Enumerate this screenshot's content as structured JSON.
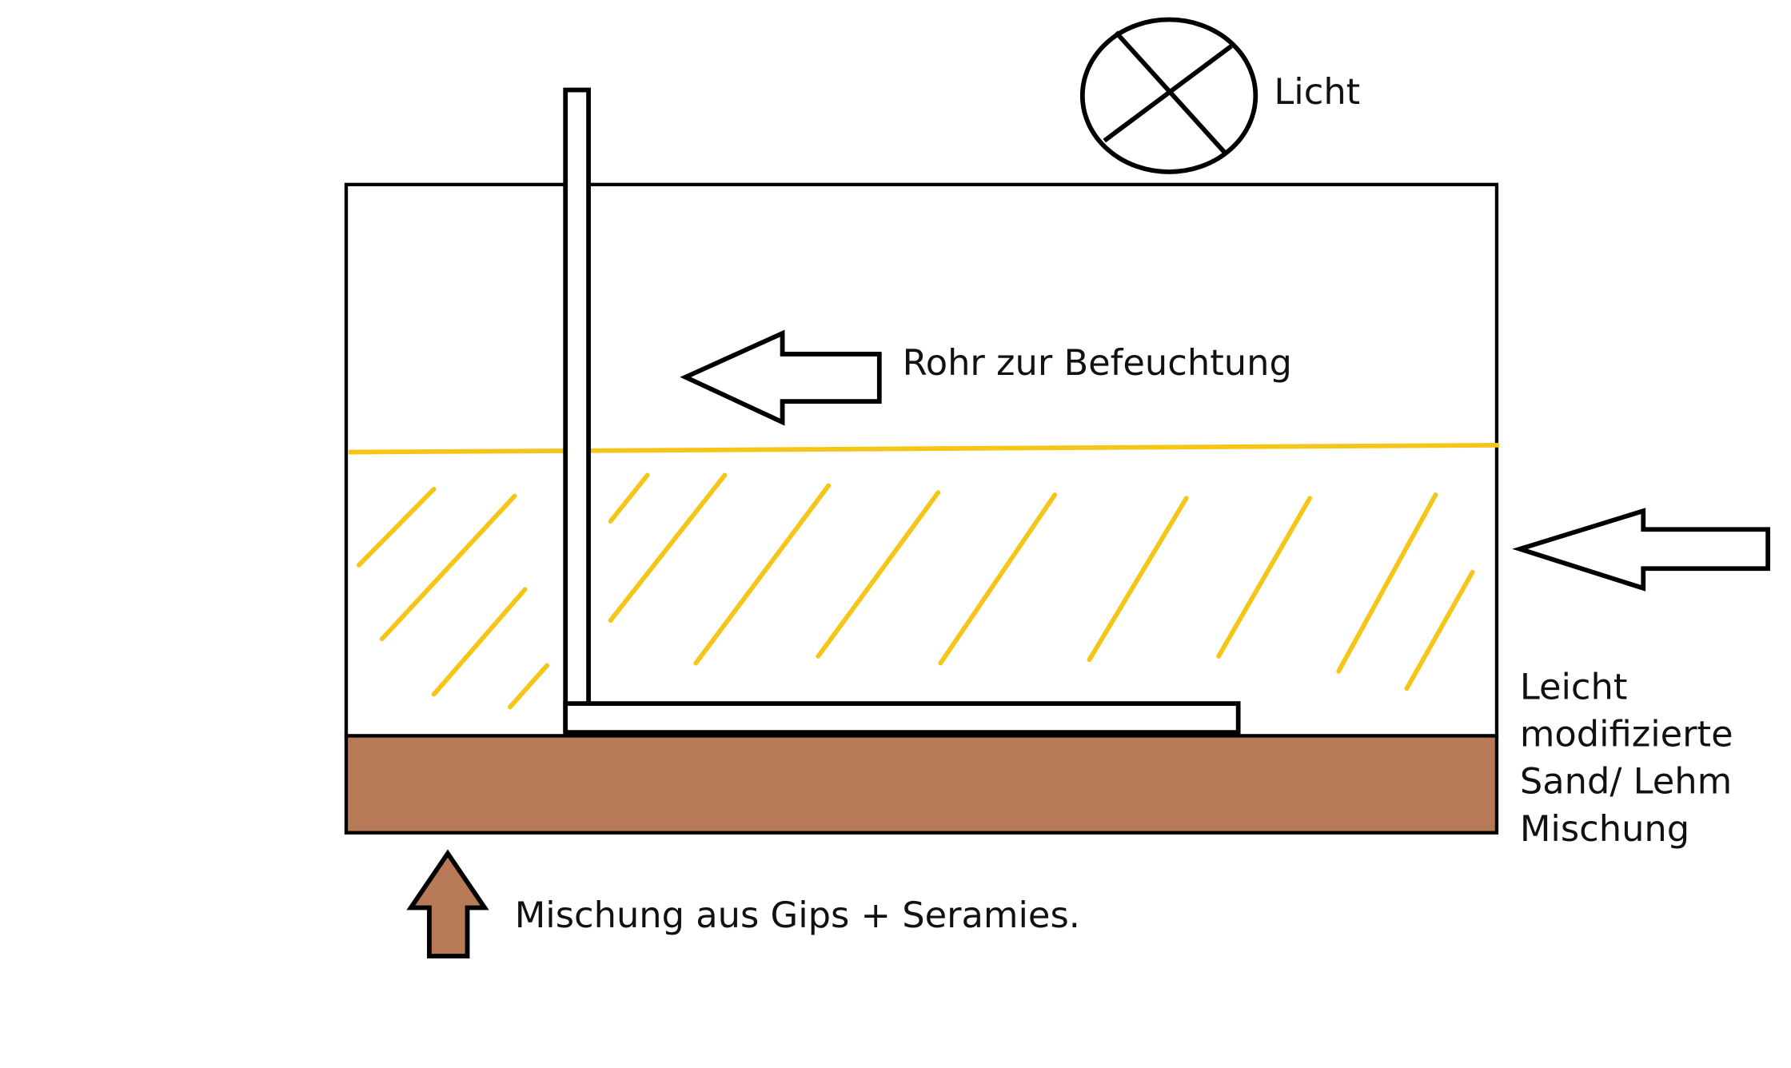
{
  "labels": {
    "light": "Licht",
    "pipe": "Rohr zur Befeuchtung",
    "sand_line1": "Leicht",
    "sand_line2": "modifizierte",
    "sand_line3": "Sand/ Lehm",
    "sand_line4": "Mischung",
    "base": "Mischung aus Gips + Seramies."
  },
  "colors": {
    "sand_hatch": "#f5c518",
    "base_fill": "#b87a56",
    "stroke": "#000000"
  }
}
